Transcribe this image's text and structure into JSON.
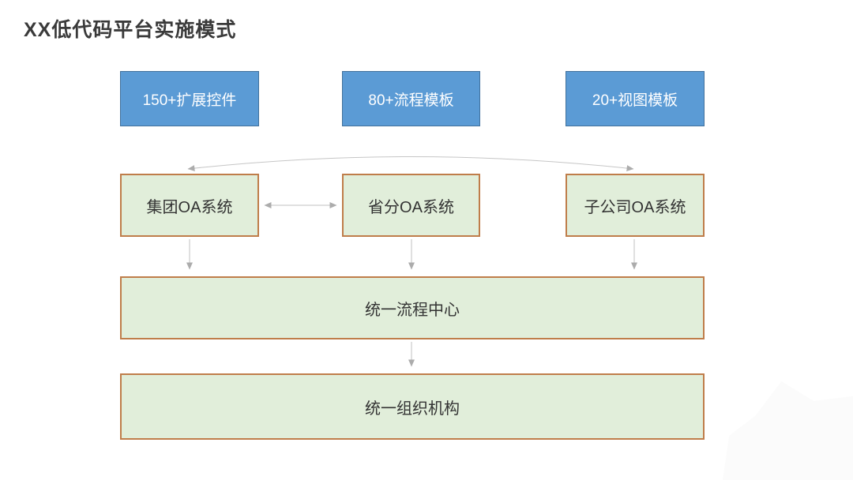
{
  "title": "XX低代码平台实施模式",
  "top_boxes": [
    {
      "label": "150+扩展控件"
    },
    {
      "label": "80+流程模板"
    },
    {
      "label": "20+视图模板"
    }
  ],
  "oa_boxes": [
    {
      "label": "集团OA系统"
    },
    {
      "label": "省分OA系统"
    },
    {
      "label": "子公司OA系统"
    }
  ],
  "wide_boxes": [
    {
      "label": "统一流程中心"
    },
    {
      "label": "统一组织机构"
    }
  ],
  "connections": [
    {
      "from": "集团OA系统",
      "to": "子公司OA系统",
      "type": "curved-double-arrow"
    },
    {
      "from": "集团OA系统",
      "to": "省分OA系统",
      "type": "double-arrow"
    },
    {
      "from": "集团OA系统",
      "to": "统一流程中心",
      "type": "arrow-down"
    },
    {
      "from": "省分OA系统",
      "to": "统一流程中心",
      "type": "arrow-down"
    },
    {
      "from": "子公司OA系统",
      "to": "统一流程中心",
      "type": "arrow-down"
    },
    {
      "from": "统一流程中心",
      "to": "统一组织机构",
      "type": "arrow-down"
    }
  ],
  "colors": {
    "blue_fill": "#5b9bd5",
    "blue_border": "#41719c",
    "green_fill": "#e1eeda",
    "green_border": "#bf7d4a",
    "arrow_gray": "#c2c2c2",
    "title_text": "#3a3a3a",
    "box_text_dark": "#333333",
    "box_text_light": "#ffffff"
  }
}
